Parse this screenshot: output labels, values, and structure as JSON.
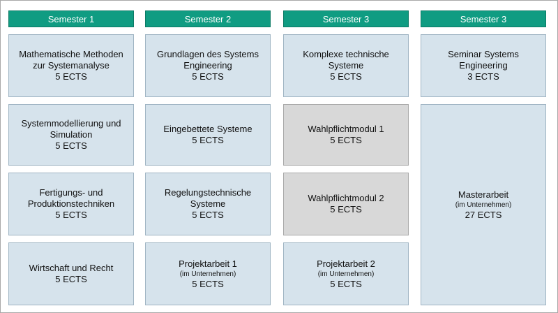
{
  "columns": [
    {
      "header": "Semester 1",
      "modules": [
        {
          "lines": [
            "Mathematische Methoden",
            "zur Systemanalyse"
          ],
          "ects": "5 ECTS"
        },
        {
          "lines": [
            "Systemmodellierung und",
            "Simulation"
          ],
          "ects": "5 ECTS"
        },
        {
          "lines": [
            "Fertigungs- und",
            "Produktionstechniken"
          ],
          "ects": "5 ECTS"
        },
        {
          "lines": [
            "Wirtschaft und Recht"
          ],
          "ects": "5 ECTS"
        }
      ]
    },
    {
      "header": "Semester 2",
      "modules": [
        {
          "lines": [
            "Grundlagen des Systems",
            "Engineering"
          ],
          "ects": "5 ECTS"
        },
        {
          "lines": [
            "Eingebettete Systeme"
          ],
          "ects": "5 ECTS"
        },
        {
          "lines": [
            "Regelungstechnische",
            "Systeme"
          ],
          "ects": "5 ECTS"
        },
        {
          "lines": [
            "Projektarbeit 1"
          ],
          "note": "(im Unternehmen)",
          "ects": "5 ECTS"
        }
      ]
    },
    {
      "header": "Semester 3",
      "modules": [
        {
          "lines": [
            "Komplexe technische",
            "Systeme"
          ],
          "ects": "5 ECTS"
        },
        {
          "lines": [
            "Wahlpflichtmodul 1"
          ],
          "ects": "5 ECTS",
          "elective": true
        },
        {
          "lines": [
            "Wahlpflichtmodul 2"
          ],
          "ects": "5 ECTS",
          "elective": true
        },
        {
          "lines": [
            "Projektarbeit 2"
          ],
          "note": "(im Unternehmen)",
          "ects": "5 ECTS"
        }
      ]
    },
    {
      "header": "Semester 3",
      "modules": [
        {
          "lines": [
            "Seminar Systems",
            "Engineering"
          ],
          "ects": "3 ECTS"
        },
        {
          "lines": [
            "Masterarbeit"
          ],
          "note": "(im Unternehmen)",
          "ects": "27 ECTS"
        }
      ]
    }
  ],
  "colors": {
    "header_bg": "#109c82",
    "header_text": "#ffffff",
    "module_bg": "#d6e3ec",
    "elective_bg": "#d8d8d8",
    "border": "#a8a8a8"
  }
}
